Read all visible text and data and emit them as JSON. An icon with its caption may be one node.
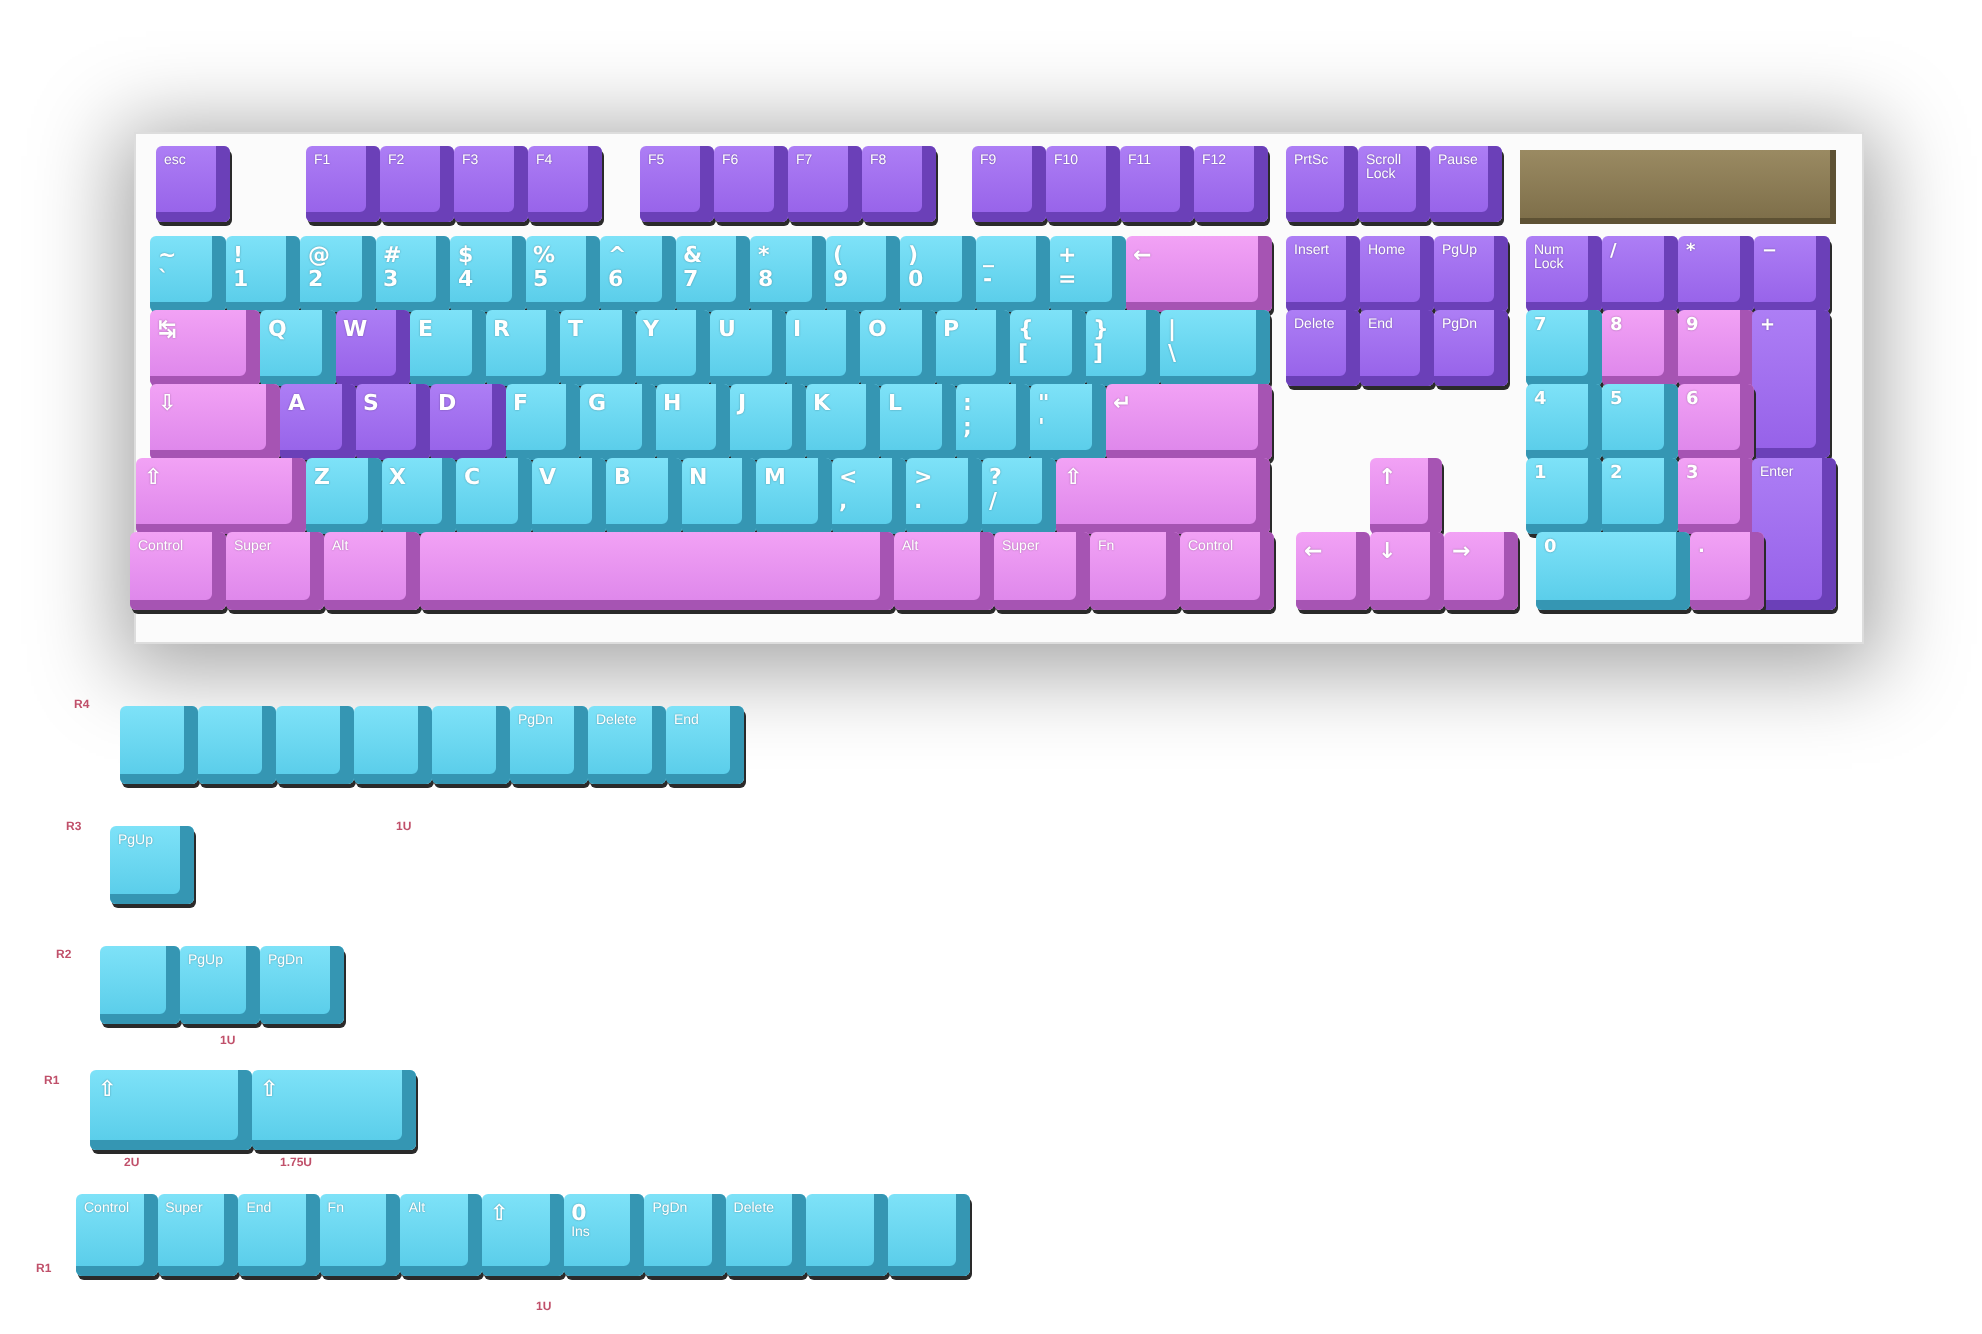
{
  "diagram": {
    "nodes": [
      {
        "text": [
          "esc"
        ]
      },
      {
        "text": [
          "F1"
        ]
      },
      {
        "text": [
          "F2"
        ]
      },
      {
        "text": [
          "F3"
        ]
      },
      {
        "text": [
          "F4"
        ]
      },
      {
        "text": [
          "F5"
        ]
      },
      {
        "text": [
          "F6"
        ]
      },
      {
        "text": [
          "F7"
        ]
      },
      {
        "text": [
          "F8"
        ]
      },
      {
        "text": [
          "F9"
        ]
      },
      {
        "text": [
          "F10"
        ]
      },
      {
        "text": [
          "F11"
        ]
      },
      {
        "text": [
          "F12"
        ]
      },
      {
        "text": [
          "PrtSc"
        ]
      },
      {
        "text": [
          "Scroll Lock"
        ]
      },
      {
        "text": [
          "Pause"
        ]
      },
      {
        "text": [
          "~",
          "`"
        ]
      },
      {
        "text": [
          "!",
          "1"
        ]
      },
      {
        "text": [
          "@",
          "2"
        ]
      },
      {
        "text": [
          "#",
          "3"
        ]
      },
      {
        "text": [
          "$",
          "4"
        ]
      },
      {
        "text": [
          "%",
          "5"
        ]
      },
      {
        "text": [
          "^",
          "6"
        ]
      },
      {
        "text": [
          "&",
          "7"
        ]
      },
      {
        "text": [
          "*",
          "8"
        ]
      },
      {
        "text": [
          "(",
          "9"
        ]
      },
      {
        "text": [
          ")",
          "0"
        ]
      },
      {
        "text": [
          "_",
          "-"
        ]
      },
      {
        "text": [
          "+",
          "="
        ]
      },
      {
        "text": [
          "←"
        ]
      },
      {
        "text": [
          "Insert"
        ]
      },
      {
        "text": [
          "Home"
        ]
      },
      {
        "text": [
          "PgUp"
        ]
      },
      {
        "text": [
          "Num Lock"
        ]
      },
      {
        "text": [
          "/"
        ]
      },
      {
        "text": [
          "*"
        ]
      },
      {
        "text": [
          "−"
        ]
      },
      {
        "text": [
          "↹"
        ]
      },
      {
        "text": [
          "Q"
        ]
      },
      {
        "text": [
          "W"
        ]
      },
      {
        "text": [
          "E"
        ]
      },
      {
        "text": [
          "R"
        ]
      },
      {
        "text": [
          "T"
        ]
      },
      {
        "text": [
          "Y"
        ]
      },
      {
        "text": [
          "U"
        ]
      },
      {
        "text": [
          "I"
        ]
      },
      {
        "text": [
          "O"
        ]
      },
      {
        "text": [
          "P"
        ]
      },
      {
        "text": [
          "{",
          "["
        ]
      },
      {
        "text": [
          "}",
          "]"
        ]
      },
      {
        "text": [
          "|",
          "\\"
        ]
      },
      {
        "text": [
          "Delete"
        ]
      },
      {
        "text": [
          "End"
        ]
      },
      {
        "text": [
          "PgDn"
        ]
      },
      {
        "text": [
          "7"
        ]
      },
      {
        "text": [
          "8"
        ]
      },
      {
        "text": [
          "9"
        ]
      },
      {
        "text": [
          "+"
        ]
      },
      {
        "text": [
          "⇩"
        ]
      },
      {
        "text": [
          "A"
        ]
      },
      {
        "text": [
          "S"
        ]
      },
      {
        "text": [
          "D"
        ]
      },
      {
        "text": [
          "F"
        ]
      },
      {
        "text": [
          "G"
        ]
      },
      {
        "text": [
          "H"
        ]
      },
      {
        "text": [
          "J"
        ]
      },
      {
        "text": [
          "K"
        ]
      },
      {
        "text": [
          "L"
        ]
      },
      {
        "text": [
          ":",
          ";"
        ]
      },
      {
        "text": [
          "\"",
          "'"
        ]
      },
      {
        "text": [
          "↵"
        ]
      },
      {
        "text": [
          "4"
        ]
      },
      {
        "text": [
          "5"
        ]
      },
      {
        "text": [
          "6"
        ]
      },
      {
        "text": [
          "⇧"
        ]
      },
      {
        "text": [
          "Z"
        ]
      },
      {
        "text": [
          "X"
        ]
      },
      {
        "text": [
          "C"
        ]
      },
      {
        "text": [
          "V"
        ]
      },
      {
        "text": [
          "B"
        ]
      },
      {
        "text": [
          "N"
        ]
      },
      {
        "text": [
          "M"
        ]
      },
      {
        "text": [
          "<",
          ","
        ]
      },
      {
        "text": [
          ">",
          "."
        ]
      },
      {
        "text": [
          "?",
          "/"
        ]
      },
      {
        "text": [
          "⇧"
        ]
      },
      {
        "text": [
          "↑"
        ]
      },
      {
        "text": [
          "1"
        ]
      },
      {
        "text": [
          "2"
        ]
      },
      {
        "text": [
          "3"
        ]
      },
      {
        "text": [
          "Enter"
        ]
      },
      {
        "text": [
          "Control"
        ]
      },
      {
        "text": [
          "Super"
        ]
      },
      {
        "text": [
          "Alt"
        ]
      },
      {
        "text": [],
        "shape": "box"
      },
      {
        "text": [
          "Alt"
        ]
      },
      {
        "text": [
          "Super"
        ]
      },
      {
        "text": [
          "Fn"
        ]
      },
      {
        "text": [
          "Control"
        ]
      },
      {
        "text": [
          "←"
        ]
      },
      {
        "text": [
          "↓"
        ]
      },
      {
        "text": [
          "→"
        ]
      },
      {
        "text": [
          "0"
        ]
      },
      {
        "text": [
          "."
        ]
      },
      {
        "text": [],
        "shape": "box"
      },
      {
        "text": [],
        "shape": "box"
      },
      {
        "text": [],
        "shape": "box"
      },
      {
        "text": [],
        "shape": "box"
      },
      {
        "text": [],
        "shape": "box"
      },
      {
        "text": [
          "PgDn"
        ]
      },
      {
        "text": [
          "Delete"
        ]
      },
      {
        "text": [
          "End"
        ]
      },
      {
        "text": [
          "PgUp"
        ]
      },
      {
        "text": [],
        "shape": "box"
      },
      {
        "text": [
          "PgUp"
        ]
      },
      {
        "text": [
          "PgDn"
        ]
      },
      {
        "text": [
          "⇧"
        ]
      },
      {
        "text": [
          "⇧"
        ]
      },
      {
        "text": [
          "Control"
        ]
      },
      {
        "text": [
          "Super"
        ]
      },
      {
        "text": [
          "End"
        ]
      },
      {
        "text": [
          "Fn"
        ]
      },
      {
        "text": [
          "Alt"
        ]
      },
      {
        "text": [
          "⇧"
        ]
      },
      {
        "text": [
          "0",
          "Ins"
        ]
      },
      {
        "text": [
          "PgDn"
        ]
      },
      {
        "text": [
          "Delete"
        ]
      },
      {
        "text": [],
        "shape": "box"
      },
      {
        "text": [],
        "shape": "box"
      }
    ],
    "labels": [
      "R4",
      "R3",
      "1U",
      "R2",
      "1U",
      "R1",
      "2U",
      "1.75U",
      "R1",
      "1U"
    ]
  }
}
